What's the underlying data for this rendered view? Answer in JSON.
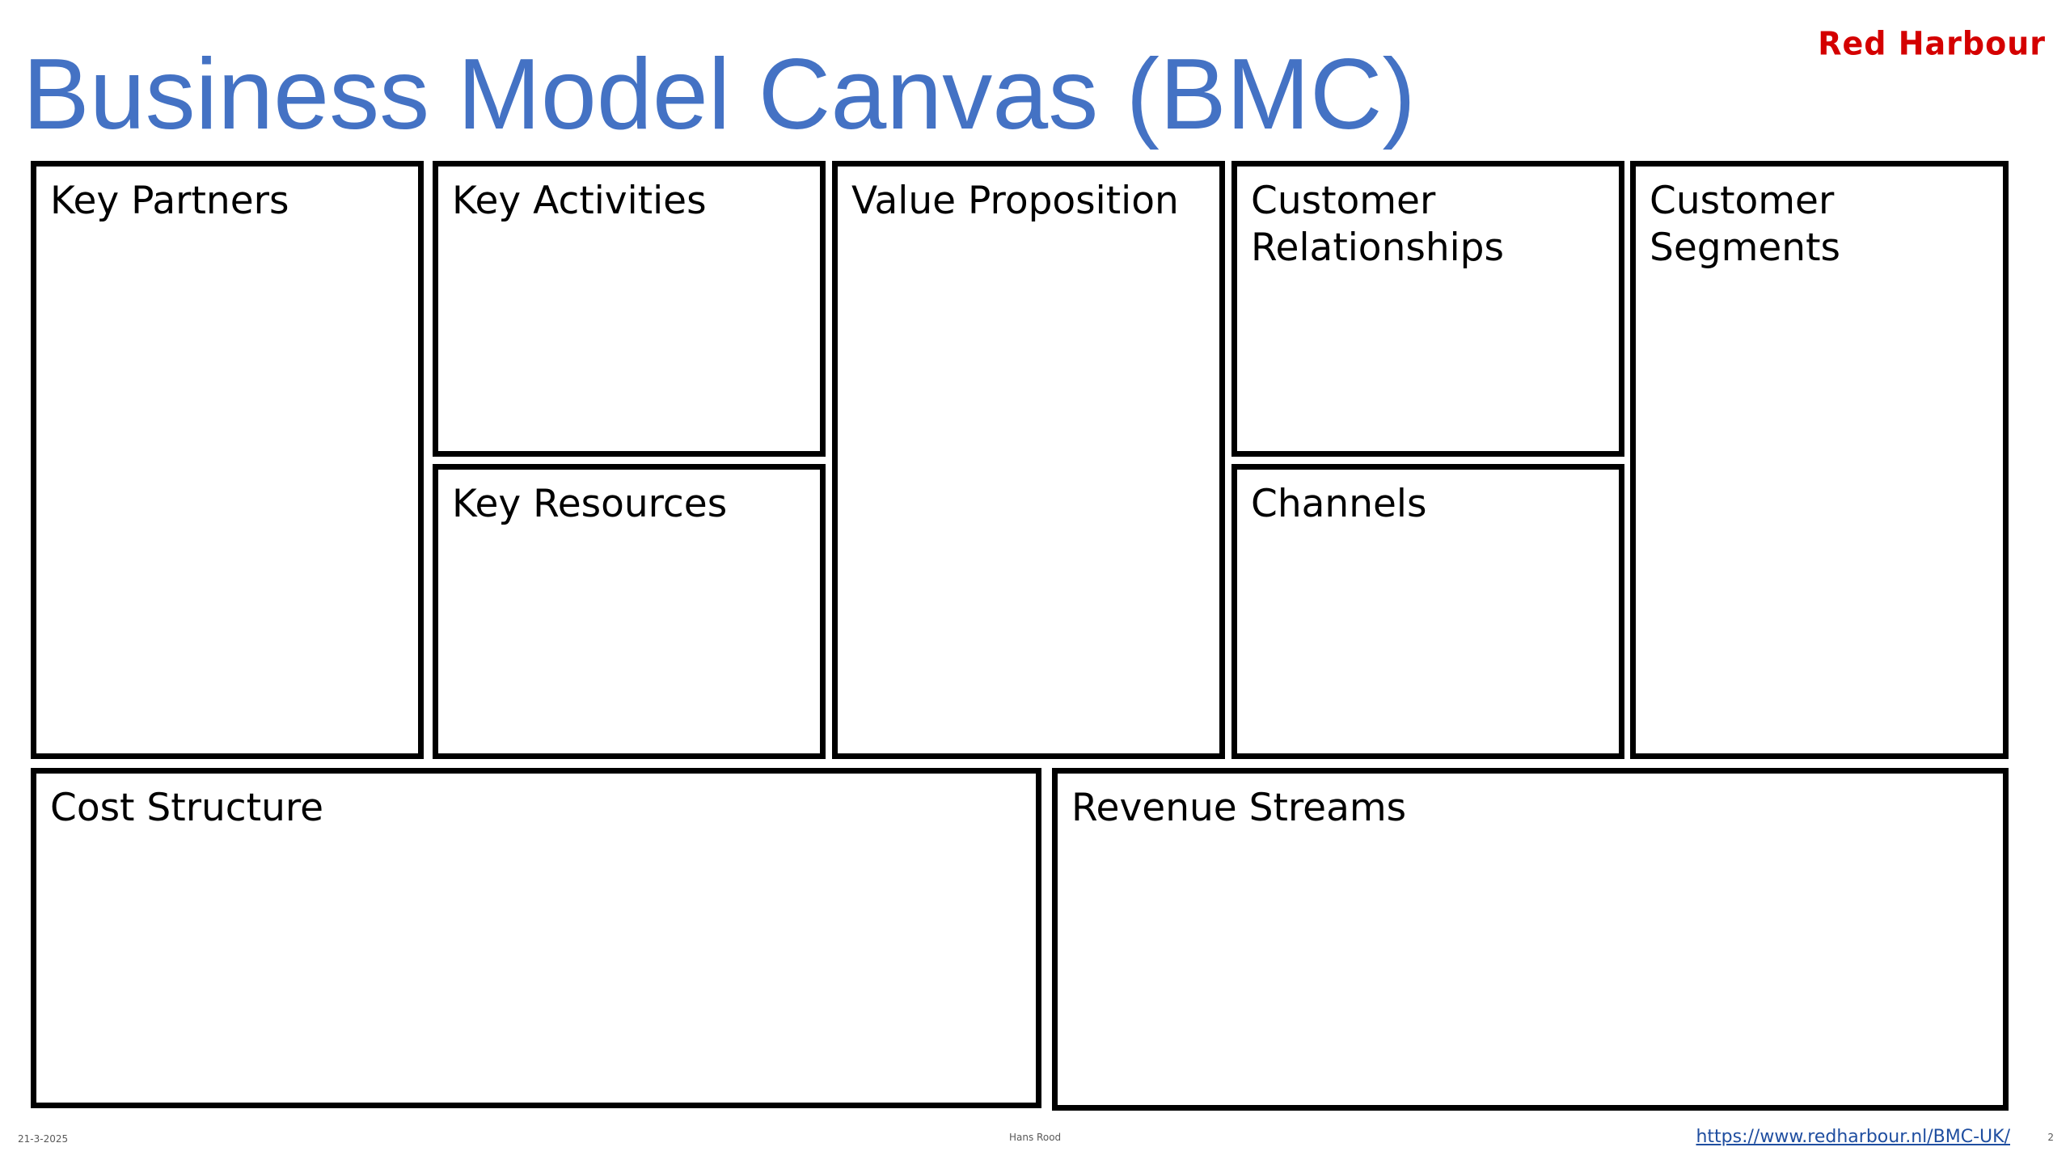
{
  "slide": {
    "title": "Business Model Canvas (BMC)",
    "logo_text": "Red Harbour"
  },
  "canvas": {
    "key_partners": "Key Partners",
    "key_activities": "Key Activities",
    "key_resources": "Key Resources",
    "value_proposition": "Value Proposition",
    "customer_relationships": "Customer\nRelationships",
    "channels": "Channels",
    "customer_segments": "Customer\nSegments",
    "cost_structure": "Cost Structure",
    "revenue_streams": "Revenue Streams"
  },
  "footer": {
    "date": "21-3-2025",
    "author": "Hans Rood",
    "link": "https://www.redharbour.nl/BMC-UK/",
    "page_number": "2"
  },
  "colors": {
    "title": "#4472C4",
    "logo": "#D40000",
    "border": "#000000",
    "link": "#1F4EA0"
  }
}
